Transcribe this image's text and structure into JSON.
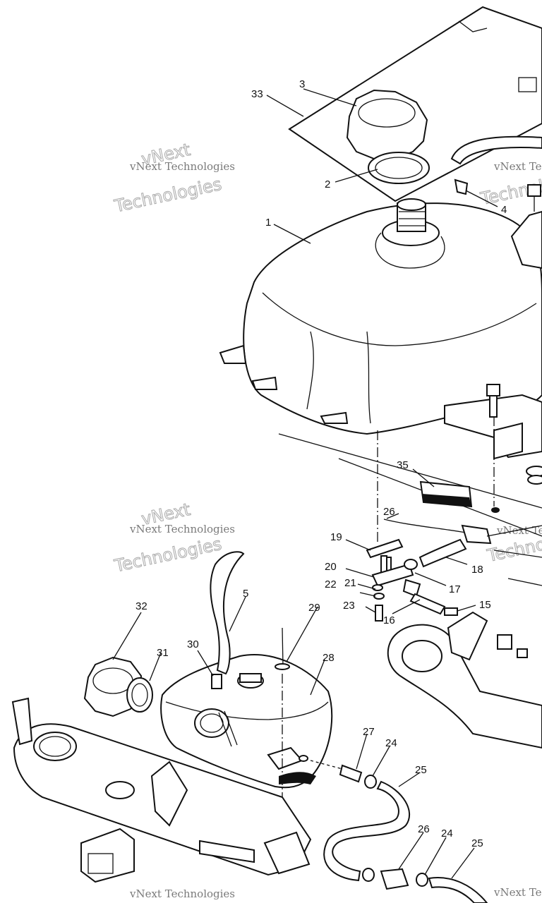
{
  "callouts": [
    {
      "id": "c33",
      "label": "33"
    },
    {
      "id": "c3",
      "label": "3"
    },
    {
      "id": "c2",
      "label": "2"
    },
    {
      "id": "c1",
      "label": "1"
    },
    {
      "id": "c4",
      "label": "4"
    },
    {
      "id": "c35",
      "label": "35"
    },
    {
      "id": "c26a",
      "label": "26"
    },
    {
      "id": "c19",
      "label": "19"
    },
    {
      "id": "c18",
      "label": "18"
    },
    {
      "id": "c20",
      "label": "20"
    },
    {
      "id": "c21",
      "label": "21"
    },
    {
      "id": "c17",
      "label": "17"
    },
    {
      "id": "c22",
      "label": "22"
    },
    {
      "id": "c23",
      "label": "23"
    },
    {
      "id": "c16",
      "label": "16"
    },
    {
      "id": "c15",
      "label": "15"
    },
    {
      "id": "c32",
      "label": "32"
    },
    {
      "id": "c5",
      "label": "5"
    },
    {
      "id": "c29",
      "label": "29"
    },
    {
      "id": "c30",
      "label": "30"
    },
    {
      "id": "c31",
      "label": "31"
    },
    {
      "id": "c28",
      "label": "28"
    },
    {
      "id": "c27",
      "label": "27"
    },
    {
      "id": "c24a",
      "label": "24"
    },
    {
      "id": "c25a",
      "label": "25"
    },
    {
      "id": "c26b",
      "label": "26"
    },
    {
      "id": "c24b",
      "label": "24"
    },
    {
      "id": "c25b",
      "label": "25"
    }
  ],
  "watermark": {
    "line1": "vNext Technologies",
    "line2a": "vNext",
    "line2b": "Technologies"
  }
}
